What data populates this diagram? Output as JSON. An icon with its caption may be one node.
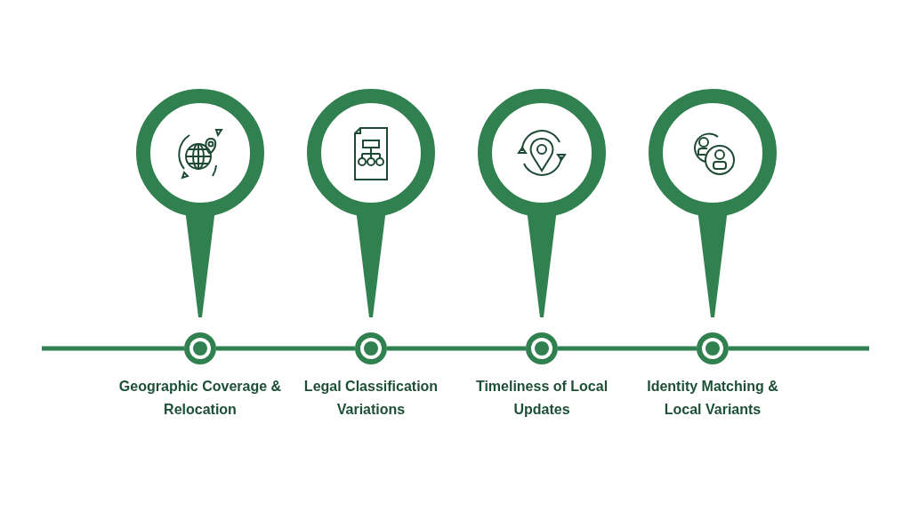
{
  "diagram": {
    "nodes": [
      {
        "text": [],
        "shape": "pin"
      },
      {
        "text": [],
        "shape": "pin"
      },
      {
        "text": [],
        "shape": "pin"
      },
      {
        "text": [],
        "shape": "pin"
      },
      {
        "text": [
          "Geographic Coverage & Relocation"
        ]
      },
      {
        "text": [
          "Legal Classification Variations"
        ]
      },
      {
        "text": [
          "Timeliness of Local Updates"
        ]
      },
      {
        "text": [
          "Identity Matching & Local Variants"
        ]
      }
    ],
    "edges": [
      {
        "from": 4,
        "to": 5,
        "arrow": "none"
      },
      {
        "from": 5,
        "to": 6,
        "arrow": "none"
      },
      {
        "from": 6,
        "to": 7,
        "arrow": "none"
      }
    ]
  }
}
